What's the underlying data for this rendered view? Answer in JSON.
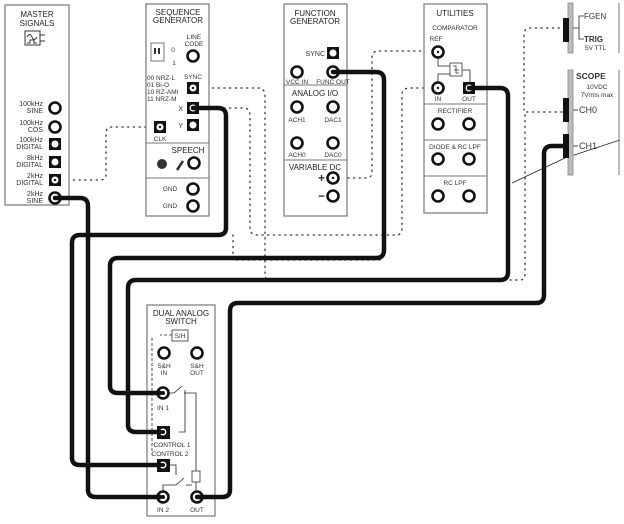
{
  "master_signals": {
    "title": [
      "MASTER",
      "SIGNALS"
    ],
    "sockets": [
      [
        "100kHz",
        "SINE"
      ],
      [
        "100kHz",
        "COS"
      ],
      [
        "100kHz",
        "DIGITAL"
      ],
      [
        "8kHz",
        "DIGITAL"
      ],
      [
        "2kHz",
        "DIGITAL"
      ],
      [
        "2kHz",
        "SINE"
      ]
    ]
  },
  "sequence_generator": {
    "title": [
      "SEQUENCE",
      "GENERATOR"
    ],
    "line_code": [
      "LINE",
      "CODE"
    ],
    "switch_states": [
      "0",
      "1"
    ],
    "codes": [
      "00 NRZ-L",
      "01 Bi-O",
      "10 RZ-AMI",
      "11 NRZ-M"
    ],
    "sync": "SYNC",
    "x": "X",
    "y": "Y",
    "clk": "CLK",
    "speech": "SPEECH",
    "gnd": [
      "GND",
      "GND"
    ]
  },
  "function_generator": {
    "title": [
      "FUNCTION",
      "GENERATOR"
    ],
    "sync": "SYNC",
    "vcc_in": "VCC IN",
    "func_out": "FUNC OUT",
    "analog_io": "ANALOG I/O",
    "ach1": "ACH1",
    "dac1": "DAC1",
    "ach0": "ACH0",
    "dac0": "DAC0",
    "variable_dc": "VARIABLE DC",
    "plus": "+",
    "minus": "−"
  },
  "utilities": {
    "title": "UTILITIES",
    "comparator": "COMPARATOR",
    "ref": "REF",
    "in": "IN",
    "out": "OUT",
    "rectifier": "RECTIFIER",
    "diode_rc_lpf": "DIODE & RC LPF",
    "rc_lpf": "RC LPF"
  },
  "fgen": {
    "fgen": "FGEN",
    "trig": "TRIG",
    "ttl": "5V TTL"
  },
  "scope": {
    "title": "SCOPE",
    "rating": [
      "10VDC",
      "7Vrms max"
    ],
    "ch0": "CH0",
    "ch1": "CH1"
  },
  "dual_analog_switch": {
    "title": [
      "DUAL ANALOG",
      "SWITCH"
    ],
    "sh": "S/H",
    "sh_in": [
      "S&H",
      "IN"
    ],
    "sh_out": [
      "S&H",
      "OUT"
    ],
    "in1": "IN 1",
    "control1": "CONTROL 1",
    "control2": "CONTROL 2",
    "in2": "IN 2",
    "out": "OUT"
  },
  "colors": {
    "wire": "#111111",
    "panel_border": "#777777",
    "scope_strip": "#bbbbbb"
  }
}
